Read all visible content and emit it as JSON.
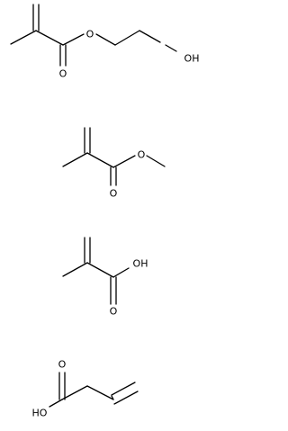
{
  "diagram": {
    "molecules": [
      {
        "atom_labels": [
          {
            "key": "o_ester",
            "text": "O"
          },
          {
            "key": "o_carbonyl",
            "text": "O"
          },
          {
            "key": "oh",
            "text": "OH"
          }
        ]
      },
      {
        "atom_labels": [
          {
            "key": "o_ester",
            "text": "O"
          },
          {
            "key": "o_carbonyl",
            "text": "O"
          }
        ]
      },
      {
        "atom_labels": [
          {
            "key": "oh",
            "text": "OH"
          },
          {
            "key": "o_carbonyl",
            "text": "O"
          }
        ]
      },
      {
        "atom_labels": [
          {
            "key": "o_carbonyl",
            "text": "O"
          },
          {
            "key": "oh",
            "text": "HO"
          }
        ]
      }
    ]
  }
}
